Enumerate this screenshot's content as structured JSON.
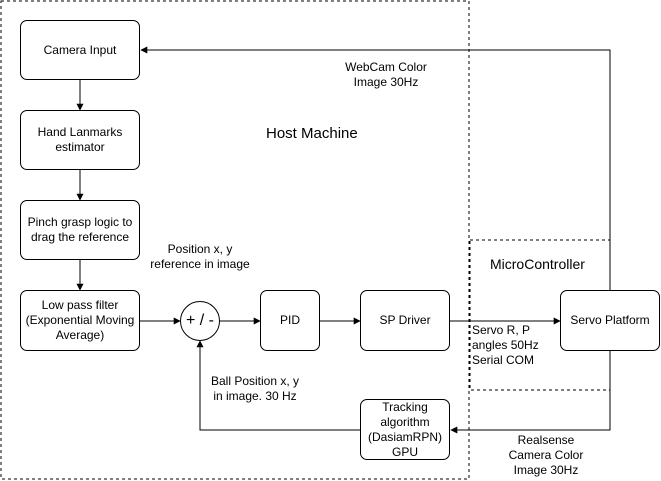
{
  "regions": {
    "host": "Host Machine",
    "micro": "MicroController"
  },
  "nodes": {
    "camera_input": "Camera Input",
    "hand_landmarks": "Hand Lanmarks estimator",
    "pinch_grasp": "Pinch grasp logic to drag the reference",
    "low_pass": "Low pass filter (Exponential Moving Average)",
    "sum": "+ / -",
    "pid": "PID",
    "sp_driver": "SP Driver",
    "servo_platform": "Servo Platform",
    "tracking": "Tracking algorithm (DasiamRPN) GPU"
  },
  "edge_labels": {
    "webcam": "WebCam Color Image 30Hz",
    "position_ref": "Position x, y reference in image",
    "ball_position": "Ball Position x, y in image. 30 Hz",
    "servo_angles": "Servo R, P angles 50Hz Serial COM",
    "realsense": "Realsense Camera Color Image 30Hz"
  }
}
